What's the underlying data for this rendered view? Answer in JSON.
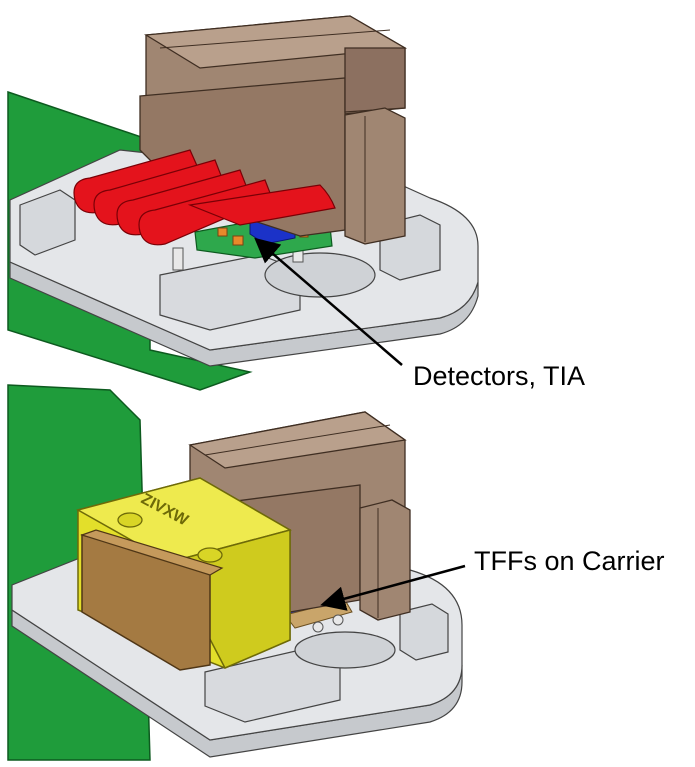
{
  "labels": {
    "detectors": "Detectors, TIA",
    "tffs": "TFFs on Carrier"
  },
  "carrier_marking": "ZIVXW",
  "colors": {
    "pcb": "#1f9c3b",
    "base": "#dfe1e4",
    "connector": "#a08672",
    "fiber": "#e4131c",
    "chip": "#1b32c8",
    "carrier": "#e3df2a",
    "filter": "#a47a42"
  }
}
